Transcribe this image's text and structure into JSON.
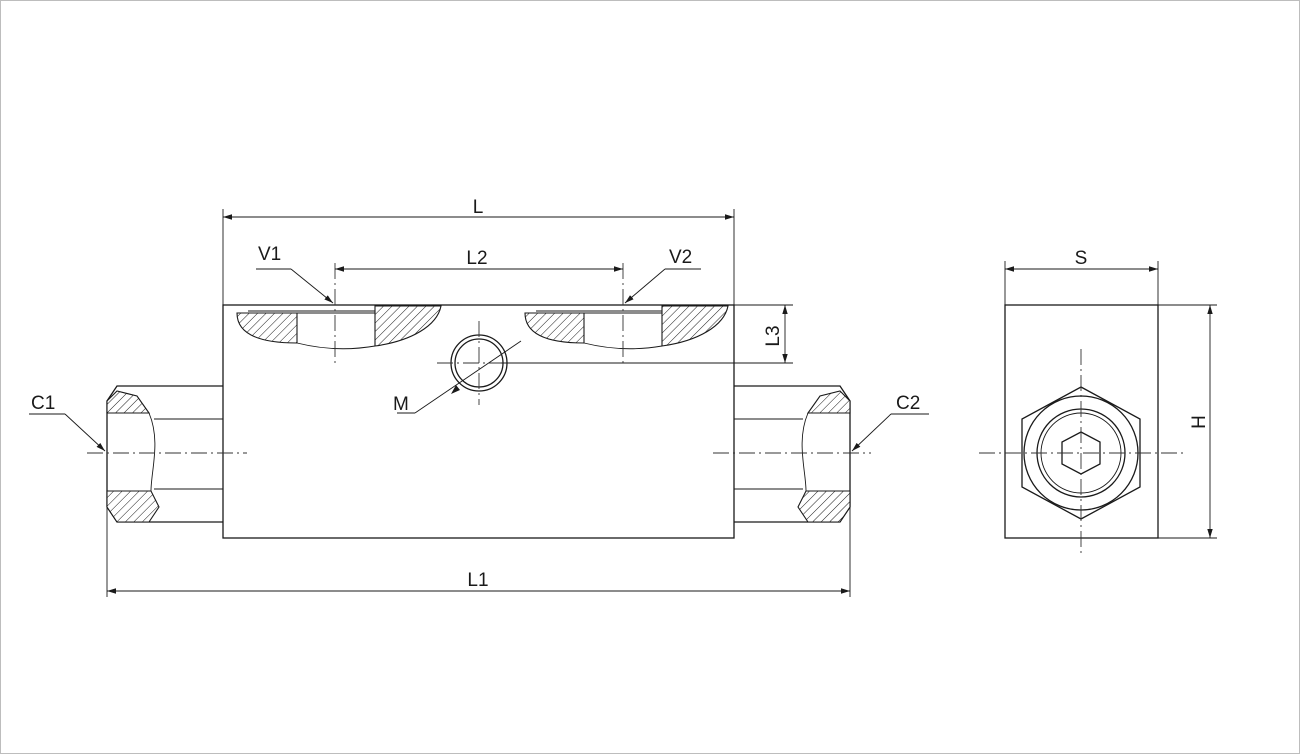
{
  "labels": {
    "L": "L",
    "L1": "L1",
    "L2": "L2",
    "L3": "L3",
    "V1": "V1",
    "V2": "V2",
    "M": "M",
    "C1": "C1",
    "C2": "C2",
    "S": "S",
    "H": "H"
  },
  "colors": {
    "line": "#1a1a1a",
    "frame_border": "#bdbdbd",
    "background": "#ffffff"
  }
}
